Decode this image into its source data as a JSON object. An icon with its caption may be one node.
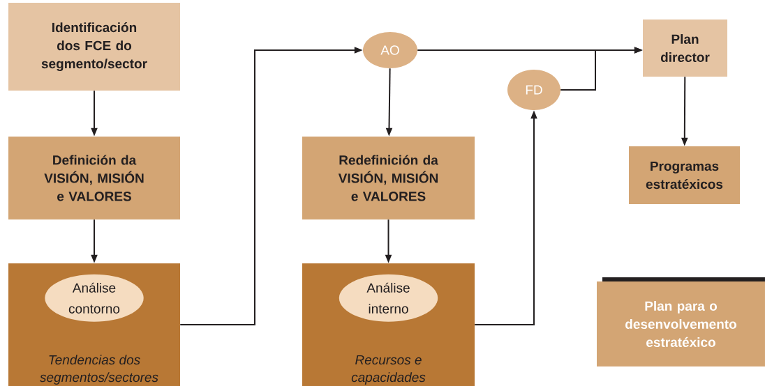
{
  "diagram": {
    "nodes": [
      {
        "text": [
          "Identificación dos FCE do segmento/sector"
        ]
      },
      {
        "text": [
          "Definición da VISIÓN, MISIÓN e VALORES"
        ]
      },
      {
        "text": [
          "Tendencias dos segmentos/sectores"
        ]
      },
      {
        "text": [
          "Análise contorno"
        ],
        "in": 2
      },
      {
        "text": [
          "AO"
        ]
      },
      {
        "text": [
          "Redefinición da VISIÓN, MISIÓN e VALORES"
        ]
      },
      {
        "text": [
          "Recursos e capacidades"
        ]
      },
      {
        "text": [
          "Análise interno"
        ],
        "in": 6
      },
      {
        "text": [
          "FD"
        ]
      },
      {
        "text": [
          "Plan director"
        ]
      },
      {
        "text": [
          "Programas estratéxicos"
        ]
      },
      {
        "text": [
          "Plan para o desenvolvemento estratéxico"
        ]
      }
    ],
    "edges": [
      {
        "from": 0,
        "to": 1,
        "arrow": "to"
      },
      {
        "from": 1,
        "to": 2,
        "arrow": "to"
      },
      {
        "from": 2,
        "to": 4,
        "arrow": "to"
      },
      {
        "from": 4,
        "to": 5,
        "arrow": "to"
      },
      {
        "from": 5,
        "to": 6,
        "arrow": "to"
      },
      {
        "from": 6,
        "to": 8,
        "arrow": "to"
      },
      {
        "from": 4,
        "to": 9,
        "arrow": "to"
      },
      {
        "from": 8,
        "to": 9,
        "arrow": "to"
      },
      {
        "from": 9,
        "to": 10,
        "arrow": "to"
      }
    ]
  }
}
